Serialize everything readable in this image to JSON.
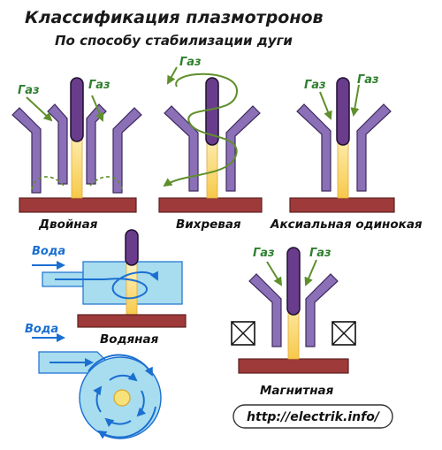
{
  "title": "Классификация плазмотронов",
  "subtitle": "По способу стабилизации дуги",
  "captions": {
    "double": "Двойная",
    "vortex": "Вихревая",
    "axial": "Аксиальная одинокая",
    "water": "Водяная",
    "magnetic": "Магнитная"
  },
  "labels": {
    "gas": "Газ",
    "water": "Вода"
  },
  "url": "http://electrik.info/",
  "colors": {
    "electrode": "#6a3d8c",
    "nozzle": "#8b70b8",
    "anode_plate": "#9e3a3a",
    "arc": "#f7c94a",
    "gas_arrow": "#5f8f2c",
    "water_arrow": "#1a6fd1",
    "water_body": "#a8dcef"
  }
}
